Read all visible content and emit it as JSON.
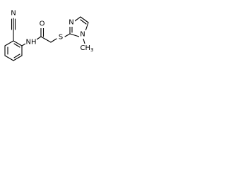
{
  "molecule": {
    "atoms": {
      "cyano_nitrogen": "N",
      "amide_nh": "NH",
      "amide_oxygen": "O",
      "thioether_sulfur": "S",
      "imidazole_n3": "N",
      "imidazole_n1": "N",
      "methyl_group": "CH"
    },
    "methyl_subscript": "3"
  },
  "colors": {
    "bond": "#000000",
    "label": "#000000",
    "background": "#ffffff"
  }
}
